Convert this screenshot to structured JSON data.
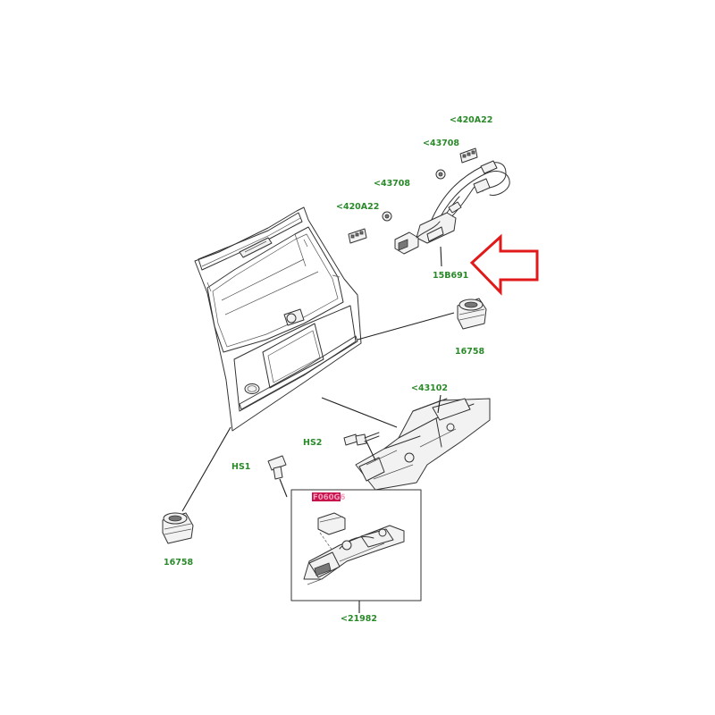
{
  "label_color": "#2a8a2a",
  "highlight_color": "#c8104a",
  "arrow_color": "#e01a1a",
  "labels": {
    "l420a22_top": "<420A22",
    "l43708_top": "<43708",
    "l43708_mid": "<43708",
    "l420a22_mid": "<420A22",
    "l15b691": "15B691",
    "l16758_right": "16758",
    "l43102": "<43102",
    "lhs2": "HS2",
    "lhs1": "HS1",
    "l16758_left": "16758",
    "l21982": "<21982",
    "lhighlight": "F060G6"
  }
}
